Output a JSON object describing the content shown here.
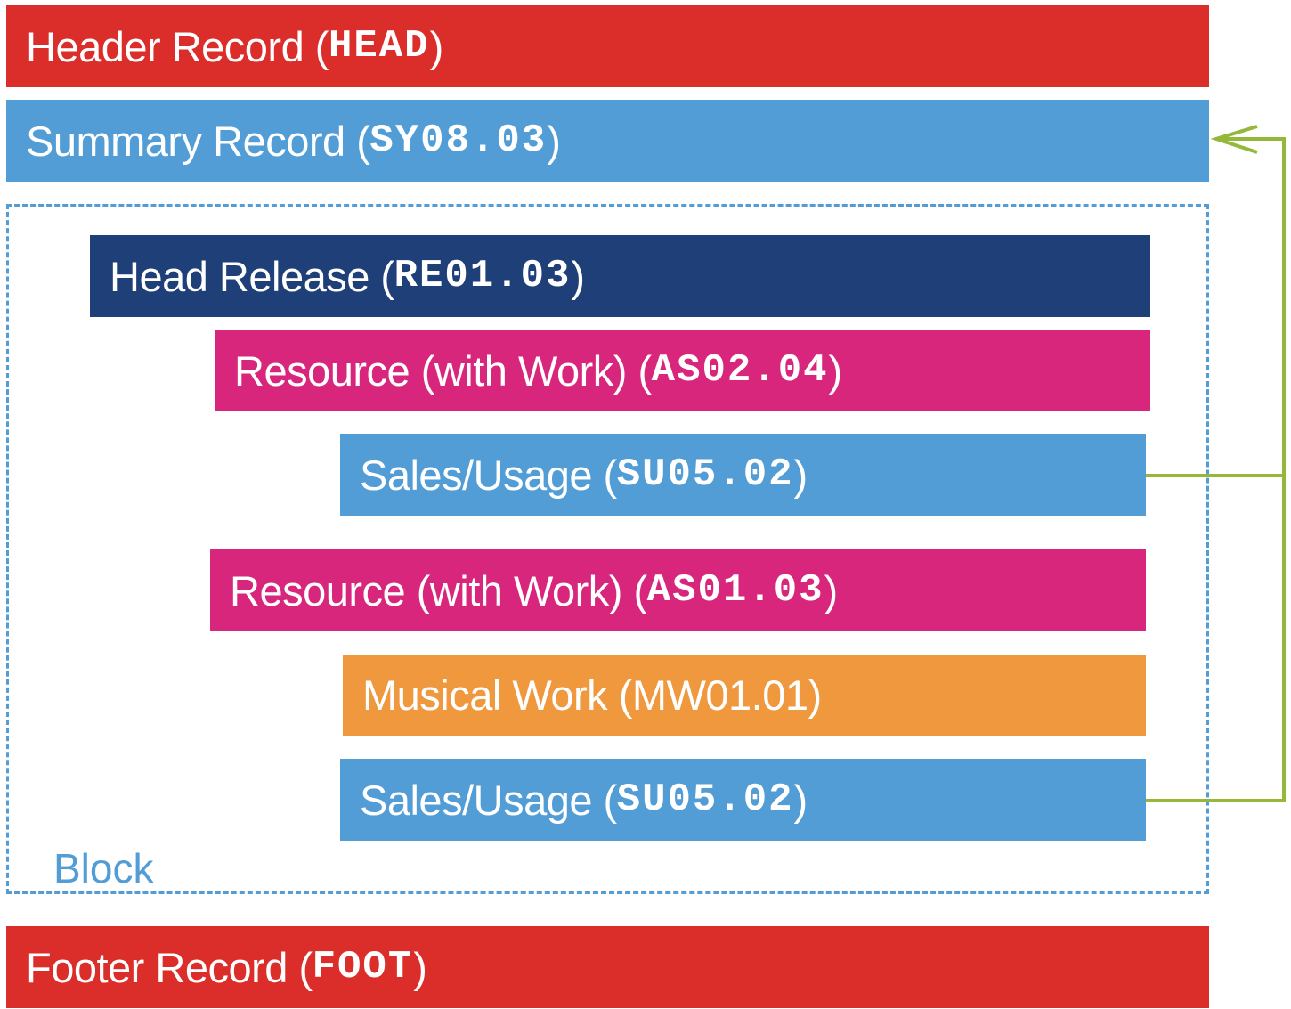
{
  "records": {
    "header": {
      "label": "Header Record (",
      "code": "HEAD",
      "close": ")"
    },
    "summary": {
      "label": "Summary Record (",
      "code": "SY08.03",
      "close": ")"
    },
    "head_release": {
      "label": "Head Release (",
      "code": "RE01.03",
      "close": ")"
    },
    "resource_1": {
      "label": "Resource (with Work) (",
      "code": "AS02.04",
      "close": ")"
    },
    "sales_usage_1": {
      "label": "Sales/Usage (",
      "code": "SU05.02",
      "close": ")"
    },
    "resource_2": {
      "label": "Resource (with Work) (",
      "code": "AS01.03",
      "close": ")"
    },
    "musical_work": {
      "label": "Musical Work (MW01.01)"
    },
    "sales_usage_2": {
      "label": "Sales/Usage (",
      "code": "SU05.02",
      "close": ")"
    },
    "footer": {
      "label": "Footer Record (",
      "code": "FOOT",
      "close": ")"
    }
  },
  "block": {
    "label": "Block"
  },
  "colors": {
    "header_footer": "#db2e2a",
    "summary_sales": "#529dd6",
    "release": "#1f3f78",
    "resource": "#d8267c",
    "work": "#ef983d",
    "connector": "#95b83a"
  }
}
